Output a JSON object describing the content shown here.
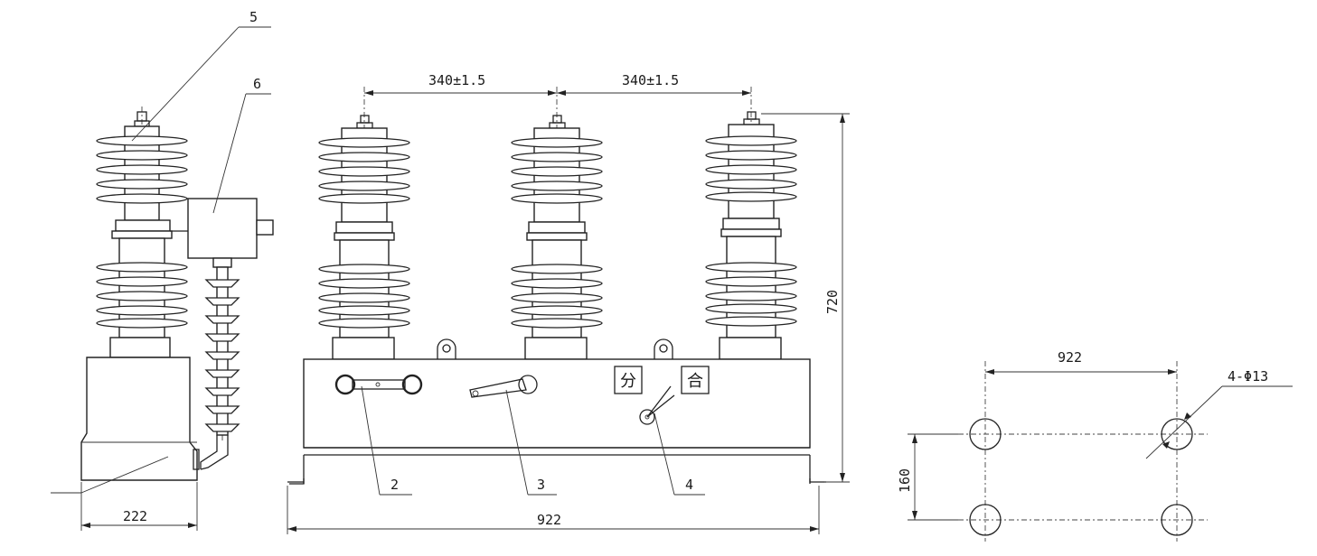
{
  "callouts": {
    "c2": "2",
    "c3": "3",
    "c4": "4",
    "c5": "5",
    "c6": "6"
  },
  "dimensions": {
    "phase_spacing_left": "340±1.5",
    "phase_spacing_right": "340±1.5",
    "overall_height": "720",
    "base_width": "922",
    "side_width": "222",
    "mount_width": "922",
    "mount_depth": "160",
    "hole_spec": "4-Φ13"
  },
  "labels": {
    "open": "分",
    "close": "合"
  }
}
